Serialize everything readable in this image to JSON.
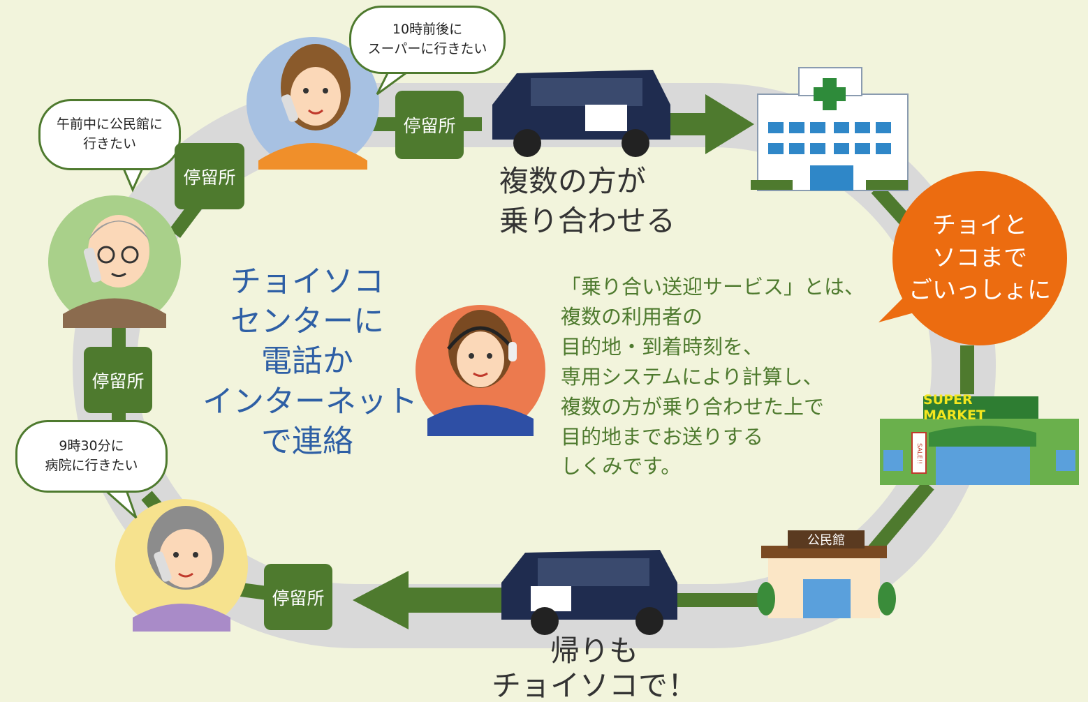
{
  "stop_label": "停留所",
  "bubbles": {
    "b1": [
      "10時前後に",
      "スーパーに行きたい"
    ],
    "b2": [
      "午前中に公民館に",
      "行きたい"
    ],
    "b3": [
      "9時30分に",
      "病院に行きたい"
    ]
  },
  "ride_share": [
    "複数の方が",
    "乗り合わせる"
  ],
  "return_text": [
    "帰りも",
    "チョイソコで！"
  ],
  "center_contact": [
    "チョイソコ",
    "センターに",
    "電話か",
    "インターネット",
    "で連絡"
  ],
  "description": [
    "「乗り合い送迎サービス」とは、",
    "複数の利用者の",
    "目的地・到着時刻を、",
    "専用システムにより計算し、",
    "複数の方が乗り合わせた上で",
    "目的地までお送りする",
    "しくみです。"
  ],
  "slogan": [
    "チョイと",
    "ソコまで",
    "ごいっしょに"
  ],
  "supermarket_sign": "SUPER MARKET",
  "community_hall_sign": "公民館",
  "sale_sign": "SALE!!",
  "colors": {
    "background": "#f2f4dc",
    "road": "#d9d9d9",
    "dark_green": "#4e7a2e",
    "orange": "#ec6c10",
    "blue_text": "#2e5fa5"
  }
}
